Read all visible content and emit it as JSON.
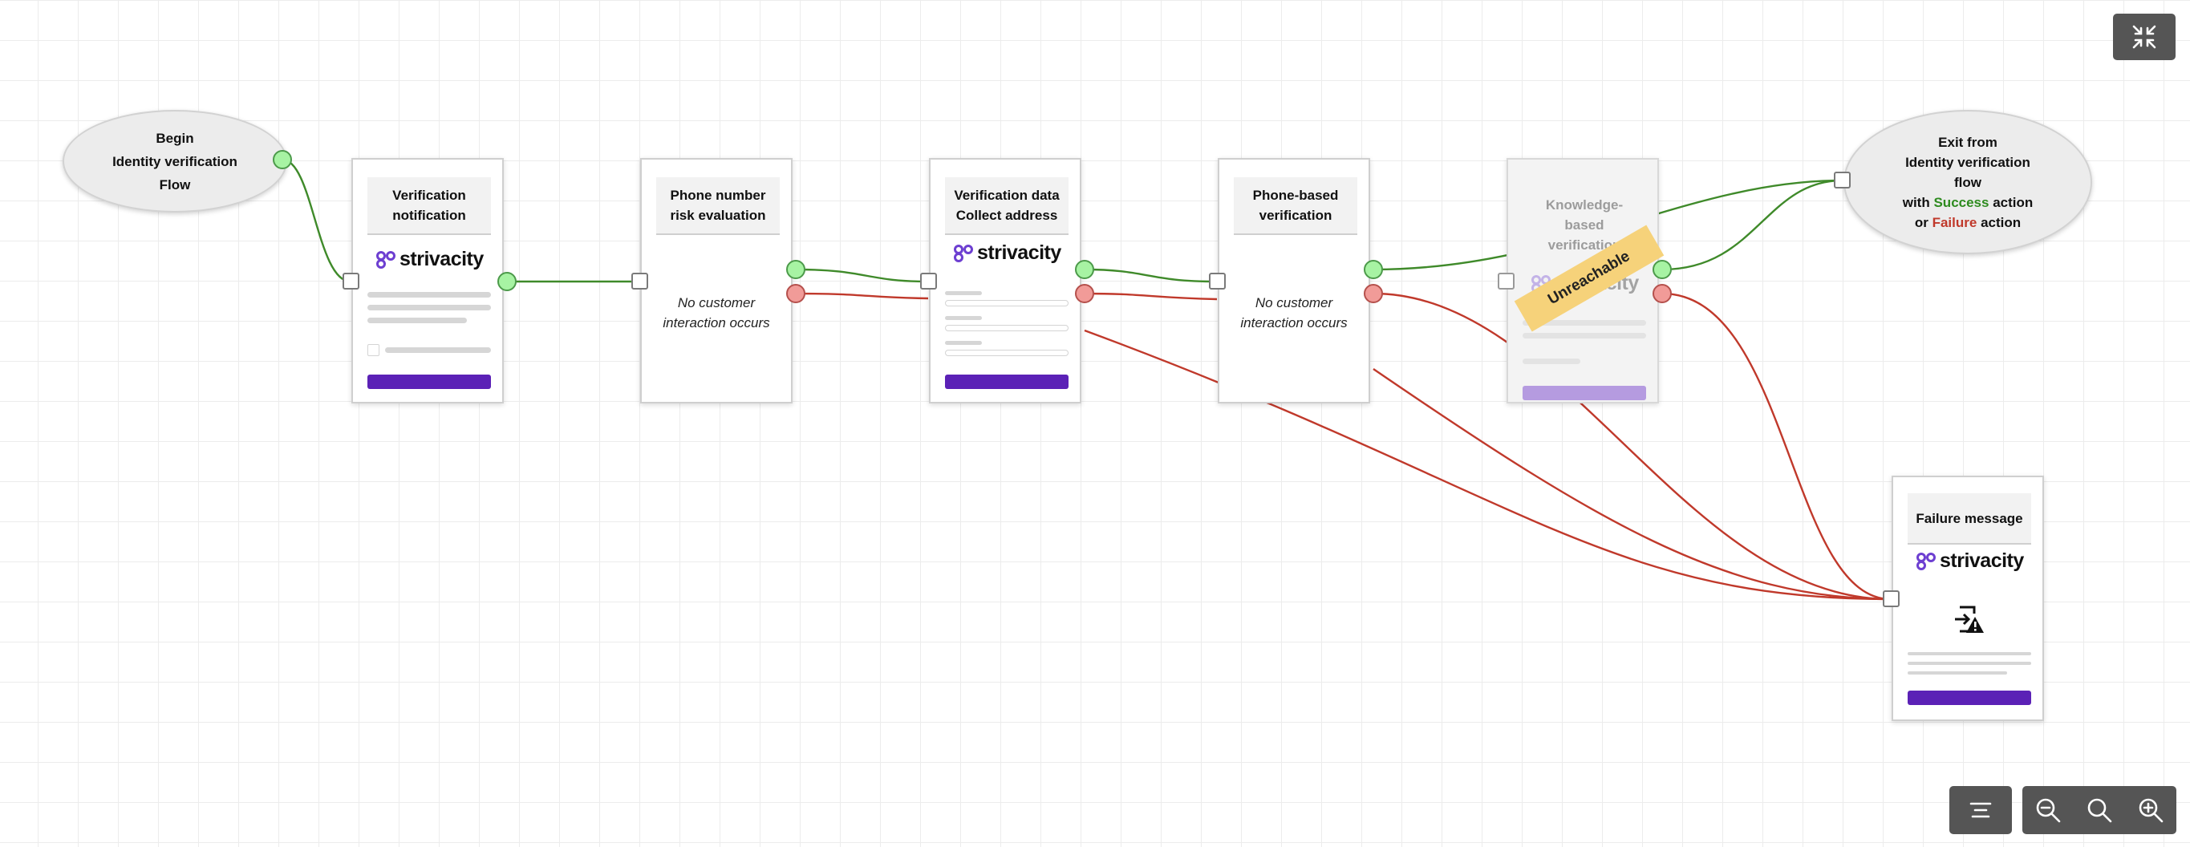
{
  "begin_node": {
    "lines": [
      "Begin",
      "Identity verification",
      "Flow"
    ]
  },
  "exit_node": {
    "line1": "Exit from",
    "line2": "Identity verification",
    "line3": "flow",
    "with_label": "with",
    "success_word": "Success",
    "action1": "action",
    "or_label": "or",
    "failure_word": "Failure",
    "action2": "action"
  },
  "nodes": {
    "verification_notification": {
      "title": [
        "Verification",
        "notification"
      ],
      "logo_text": "strivacity"
    },
    "phone_risk": {
      "title": [
        "Phone number",
        "risk evaluation"
      ],
      "note": [
        "No customer",
        "interaction occurs"
      ]
    },
    "verification_data": {
      "title": [
        "Verification data",
        "Collect address"
      ],
      "logo_text": "strivacity"
    },
    "phone_verification": {
      "title": [
        "Phone-based",
        "verification"
      ],
      "note": [
        "No customer",
        "interaction occurs"
      ]
    },
    "kba": {
      "title": [
        "Knowledge-",
        "based",
        "verification"
      ],
      "logo_text": "strivacity",
      "stamp": "Unreachable"
    },
    "failure_message": {
      "title": [
        "Failure message"
      ],
      "logo_text": "strivacity"
    }
  },
  "colors": {
    "success_edge": "#3f8a2a",
    "failure_edge": "#c0392b",
    "success_text": "#2e8b1f",
    "failure_text": "#c0392b",
    "brand_purple": "#5b21b6",
    "stamp": "#f6d27a"
  },
  "controls": {
    "collapse": "collapse-icon",
    "menu": "align-center-icon",
    "zoom_out": "zoom-out-icon",
    "zoom_reset": "search-icon",
    "zoom_in": "zoom-in-icon"
  }
}
